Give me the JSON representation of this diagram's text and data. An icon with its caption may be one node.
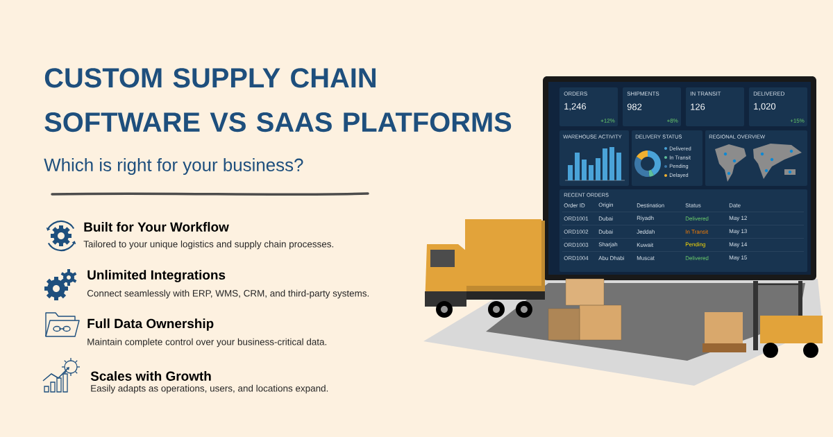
{
  "diagram": {
    "title": "CUSTOM SUPPLY CHAIN SOFTWARE VS SAAS PLATFORMS",
    "labels": [
      "Which is right for your business?",
      "Built for Your Workflow",
      "Tailored to your unique logistics and supply chain processes.",
      "Unlimited Integrations",
      "Connect seamlessly with ERP, WMS, CRM, and third-party systems.",
      "Full Data Ownership",
      "Maintain complete control over your business-critical data.",
      "Scales with Growth",
      "Easily adapts as operations, users, and locations expand.",
      "ORDERS",
      "1,246",
      "+12%",
      "SHIPMENTS",
      "982",
      "+8%",
      "IN TRANSIT",
      "126",
      "DELIVERED",
      "1,020",
      "+15%",
      "WAREHOUSE ACTIVITY",
      "DELIVERY STATUS",
      "REGIONAL OVERVIEW",
      "RECENT ORDERS",
      "Order ID",
      "Origin",
      "Destination",
      "Status",
      "Date",
      "ORD1001",
      "Dubai",
      "Riyadh",
      "Delivered",
      "May 12",
      "ORD1002",
      "Dubai",
      "Jeddah",
      "In Transit",
      "May 13",
      "ORD1003",
      "Sharjah",
      "Kuwait",
      "Pending",
      "May 14",
      "ORD1004",
      "Abu Dhabi",
      "Muscat",
      "Delivered",
      "May 15"
    ],
    "legend": [
      {
        "text": "Delivered",
        "color": "#4aa3d8"
      },
      {
        "text": "In Transit",
        "color": "#5fbf9a"
      },
      {
        "text": "Pending",
        "color": "#3c78a8"
      },
      {
        "text": "Delayed",
        "color": "#f0b030"
      }
    ]
  }
}
